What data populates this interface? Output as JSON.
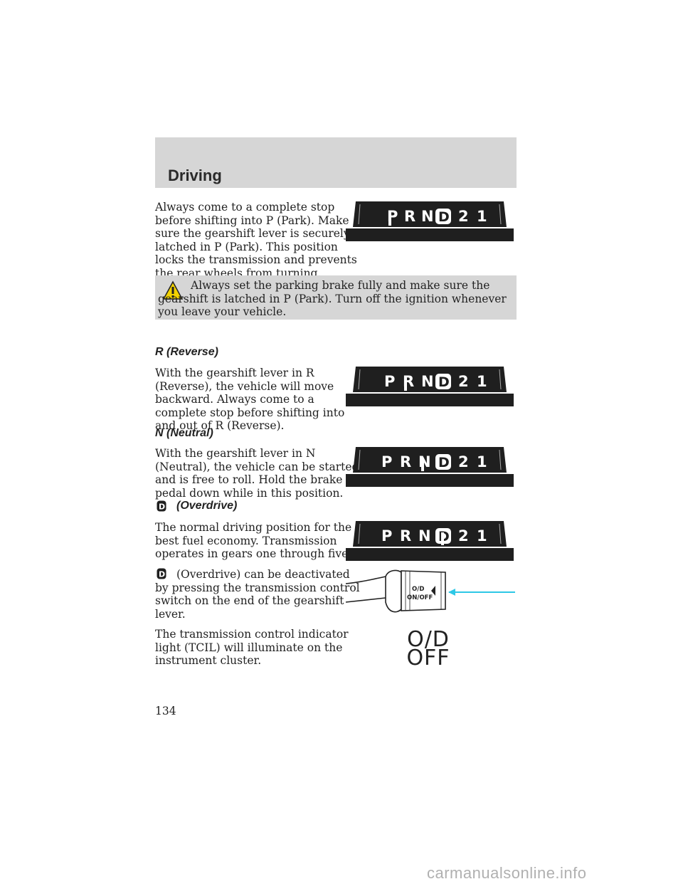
{
  "header": {
    "title": "Driving"
  },
  "park": {
    "text_lines": [
      "Always come to a complete stop",
      "before shifting into P (Park). Make",
      "sure the gearshift lever is securely",
      "latched in P (Park). This position",
      "locks the transmission and prevents",
      "the rear wheels from turning."
    ]
  },
  "warning": {
    "icon": "warning-triangle-icon",
    "text": "Always set the parking brake fully and make sure the gearshift is latched in P (Park). Turn off the ignition whenever you leave your vehicle."
  },
  "reverse": {
    "heading": "R (Reverse)",
    "text_lines": [
      "With the gearshift lever in R",
      "(Reverse), the vehicle will move",
      "backward. Always come to a",
      "complete stop before shifting into",
      "and out of R (Reverse)."
    ]
  },
  "neutral": {
    "heading": "N (Neutral)",
    "text_lines": [
      "With the gearshift lever in N",
      "(Neutral), the vehicle can be started",
      "and is free to roll. Hold the brake",
      "pedal down while in this position."
    ]
  },
  "overdrive": {
    "heading": "(Overdrive)",
    "text_lines": [
      "The normal driving position for the",
      "best fuel economy. Transmission",
      "operates in gears one through five."
    ],
    "deactivate_lines": [
      "(Overdrive) can be deactivated",
      "by pressing the transmission control",
      "switch on the end of the gearshift",
      "lever."
    ],
    "tcil_lines": [
      "The transmission control indicator",
      "light (TCIL) will illuminate on the",
      "instrument cluster."
    ]
  },
  "gear_letters": {
    "p": "P",
    "r": "R",
    "n": "N",
    "d": "D",
    "two": "2",
    "one": "1"
  },
  "switch_label": {
    "line1": "O/D",
    "line2": "ON/OFF"
  },
  "od_light": {
    "line1": "O/D",
    "line2": "OFF"
  },
  "page_number": "134",
  "watermark": "carmanualsonline.info"
}
